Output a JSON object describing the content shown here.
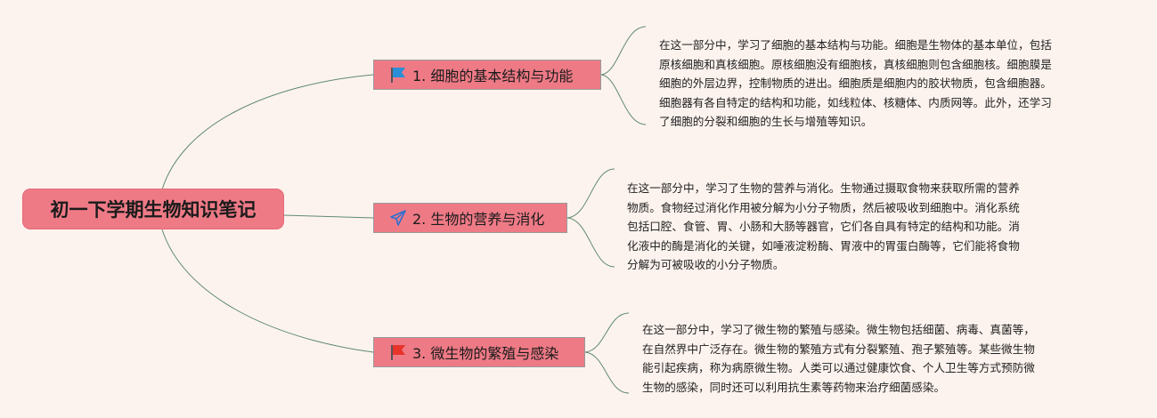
{
  "root": {
    "title": "初一下学期生物知识笔记"
  },
  "topics": [
    {
      "label": "1. 细胞的基本结构与功能",
      "icon": "flag-blue-icon",
      "icon_color": "#2a8fd6",
      "note_lines": [
        "在这一部分中，学习了细胞的基本结构与功能。细胞是生物体的基本单位，包括",
        "原核细胞和真核细胞。原核细胞没有细胞核，真核细胞则包含细胞核。细胞膜是",
        "细胞的外层边界，控制物质的进出。细胞质是细胞内的胶状物质，包含细胞器。",
        "细胞器有各自特定的结构和功能，如线粒体、核糖体、内质网等。此外，还学习",
        "了细胞的分裂和细胞的生长与增殖等知识。"
      ]
    },
    {
      "label": "2. 生物的营养与消化",
      "icon": "paper-plane-icon",
      "icon_color": "#2f6fd0",
      "note_lines": [
        "在这一部分中，学习了生物的营养与消化。生物通过摄取食物来获取所需的营养",
        "物质。食物经过消化作用被分解为小分子物质，然后被吸收到细胞中。消化系统",
        "包括口腔、食管、胃、小肠和大肠等器官，它们各自具有特定的结构和功能。消",
        "化液中的酶是消化的关键，如唾液淀粉酶、胃液中的胃蛋白酶等，它们能将食物",
        "分解为可被吸收的小分子物质。"
      ]
    },
    {
      "label": "3. 微生物的繁殖与感染",
      "icon": "flag-red-icon",
      "icon_color": "#e8332b",
      "note_lines": [
        "在这一部分中，学习了微生物的繁殖与感染。微生物包括细菌、病毒、真菌等，",
        "在自然界中广泛存在。微生物的繁殖方式有分裂繁殖、孢子繁殖等。某些微生物",
        "能引起疾病，称为病原微生物。人类可以通过健康饮食、个人卫生等方式预防微",
        "生物的感染，同时还可以利用抗生素等药物来治疗细菌感染。"
      ]
    }
  ]
}
